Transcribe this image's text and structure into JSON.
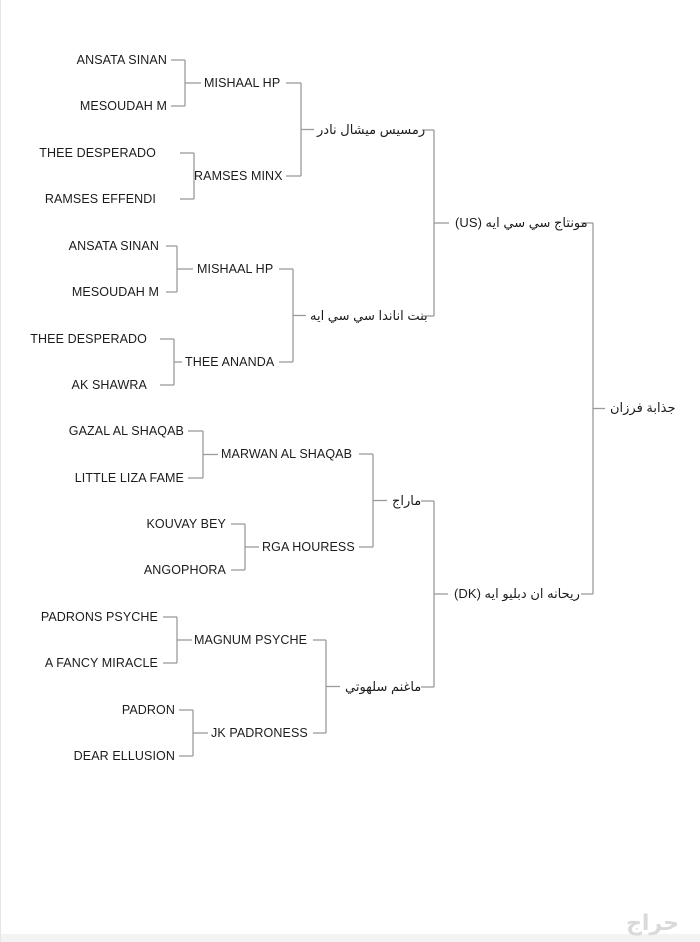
{
  "pedigree": {
    "subject": "جذابة فرزان",
    "sire": "مونتاج سي سي ايه (US)",
    "dam": "ريحانه ان دبليو ايه (DK)",
    "sire_sire": "رمسيس ميشال نادر",
    "sire_dam": "بنت اناندا سي سي ايه",
    "dam_sire": "ماراج",
    "dam_dam": "ماغنم سلهوتي",
    "gen3": [
      "MISHAAL HP",
      "RAMSES MINX",
      "MISHAAL HP",
      "THEE ANANDA",
      "MARWAN AL SHAQAB",
      "RGA HOURESS",
      "MAGNUM PSYCHE",
      "JK PADRONESS"
    ],
    "gen4": [
      "ANSATA SINAN",
      "MESOUDAH M",
      "THEE DESPERADO",
      "RAMSES EFFENDI",
      "ANSATA SINAN",
      "MESOUDAH M",
      "THEE DESPERADO",
      "AK SHAWRA",
      "GAZAL AL SHAQAB",
      "LITTLE LIZA FAME",
      "KOUVAY BEY",
      "ANGOPHORA",
      "PADRONS PSYCHE",
      "A FANCY MIRACLE",
      "PADRON",
      "DEAR ELLUSION"
    ]
  },
  "watermark": "حراج",
  "colors": {
    "line": "#9a9a9a",
    "text": "#1c1c1c"
  }
}
